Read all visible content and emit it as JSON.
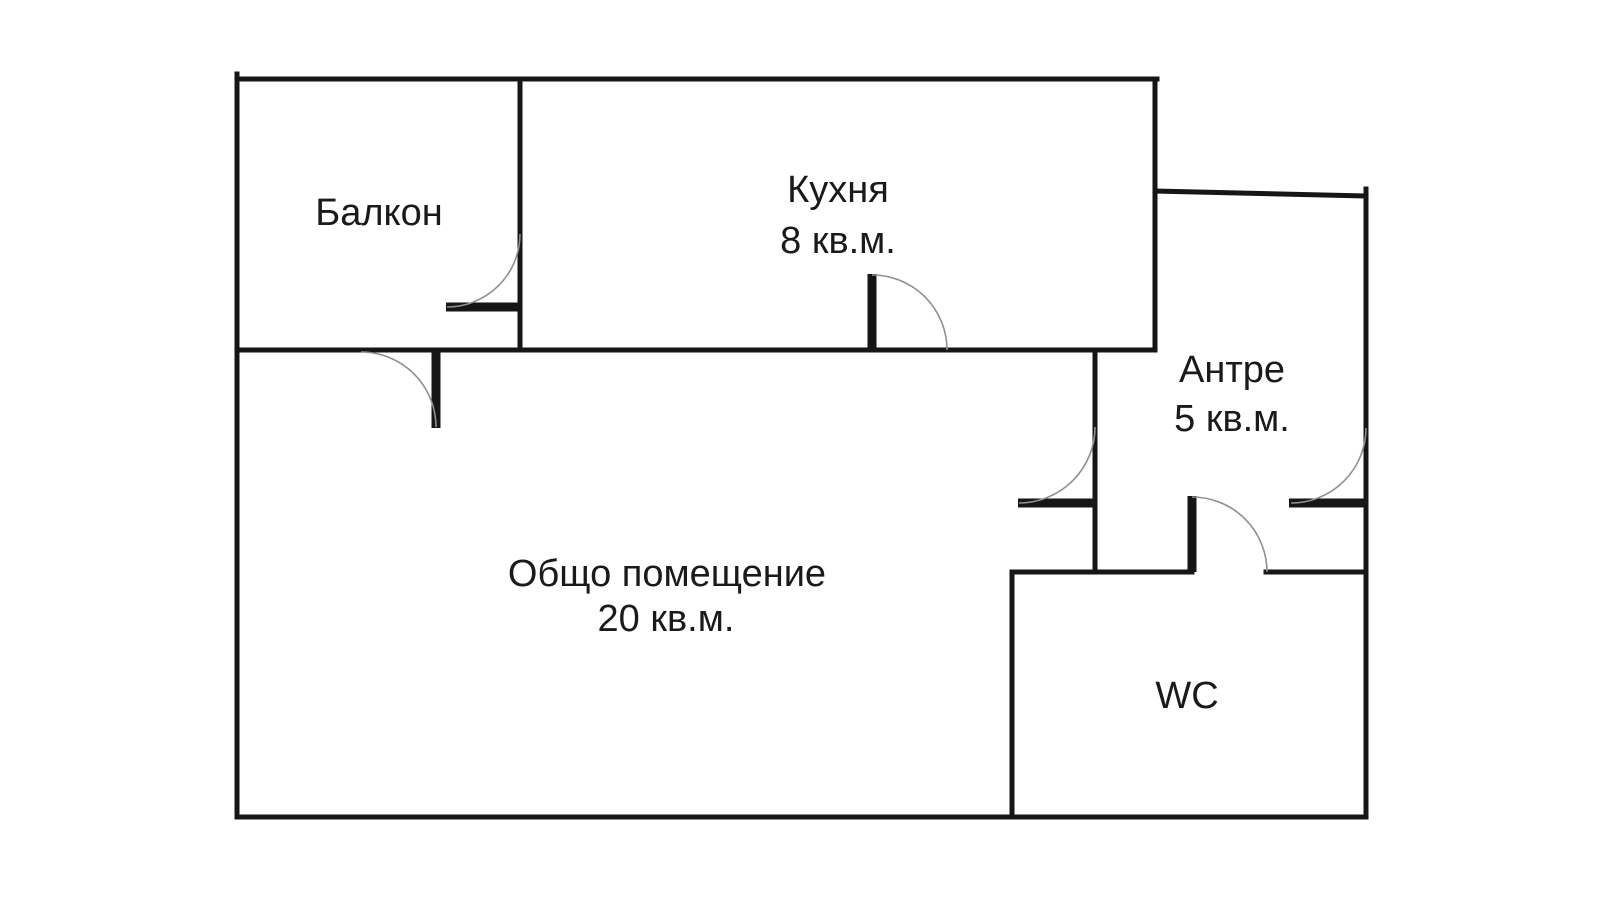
{
  "colors": {
    "background": "#ffffff",
    "wall": "#161616",
    "door_leaf": "#161616",
    "door_arc": "#8f8f8f",
    "text": "#1a1a1a"
  },
  "rooms": {
    "balcony": {
      "name": "Балкон"
    },
    "kitchen": {
      "name": "Кухня",
      "area": "8 кв.м."
    },
    "hallway": {
      "name": "Антре",
      "area": "5 кв.м."
    },
    "common_room": {
      "name": "Общо помещение",
      "area": "20 кв.м."
    },
    "wc": {
      "name": "WC"
    }
  }
}
